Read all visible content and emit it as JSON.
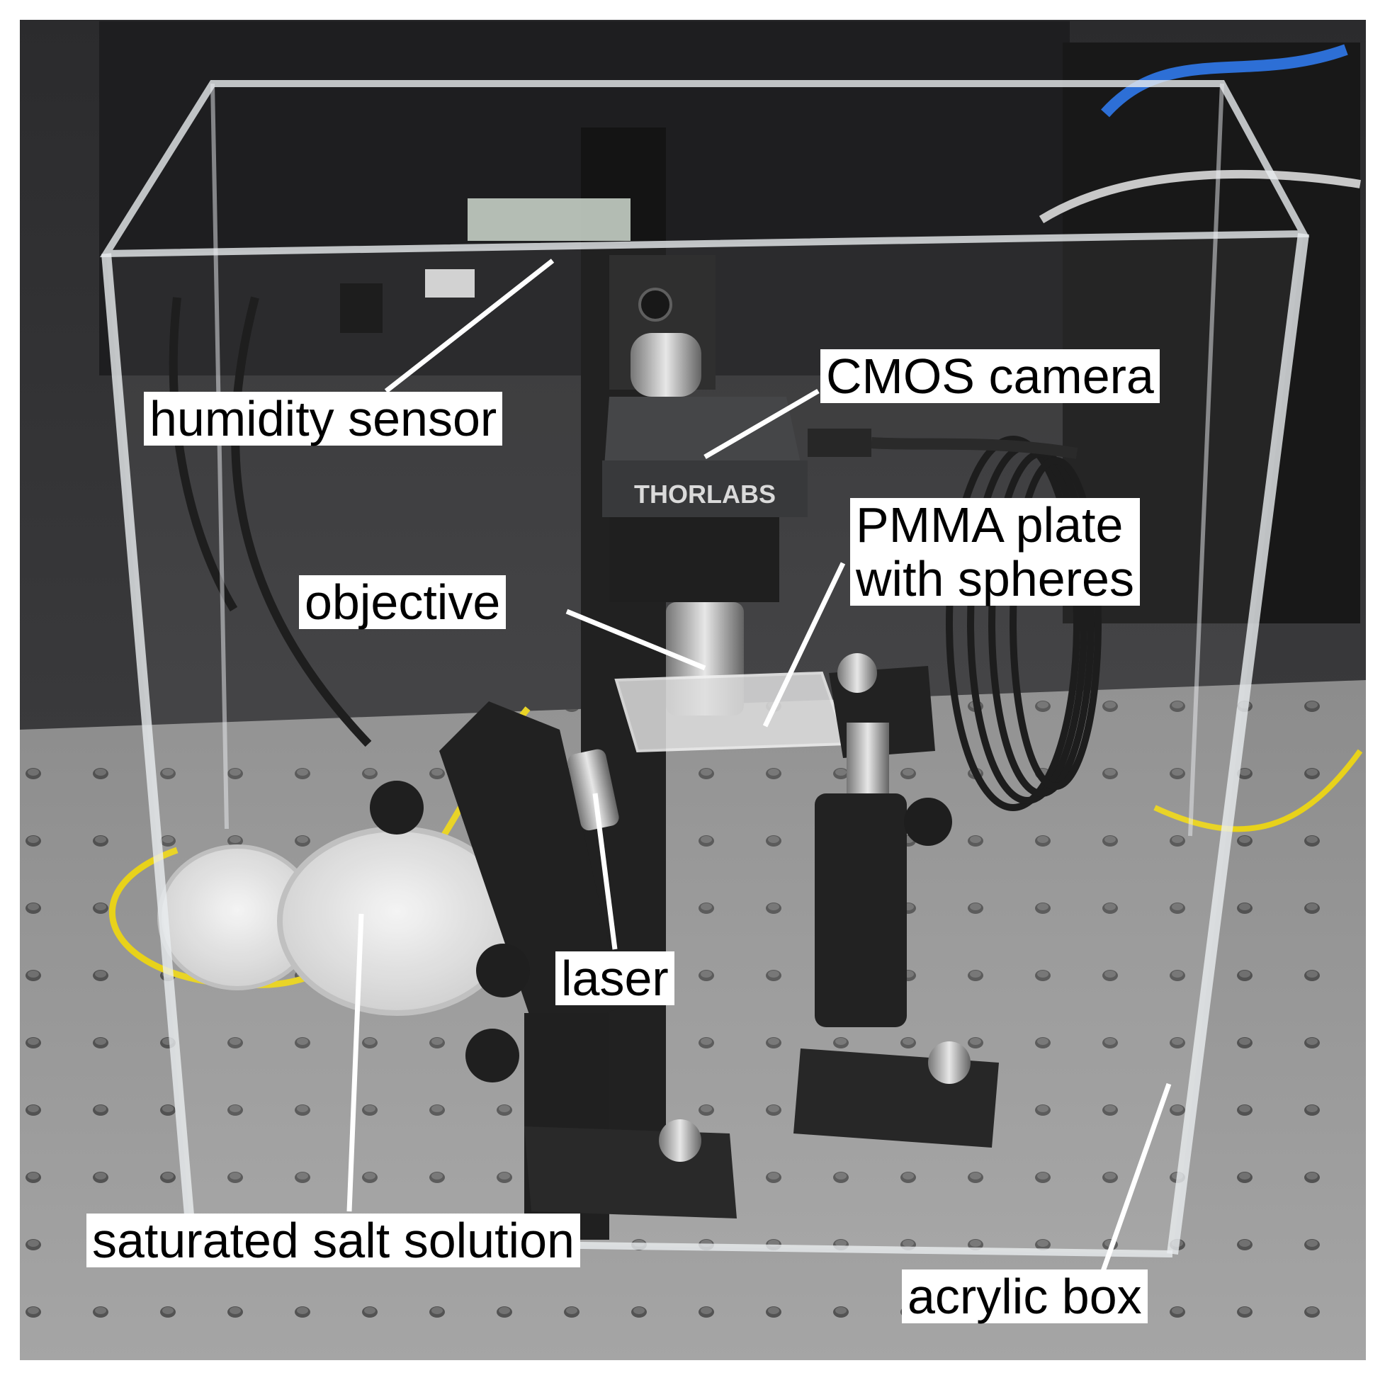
{
  "photo": {
    "kind": "lab setup photograph",
    "logo_text": "THORLABS"
  },
  "labels": {
    "humidity_sensor": "humidity sensor",
    "cmos_camera": "CMOS camera",
    "pmma_plate": "PMMA plate\nwith spheres",
    "objective": "objective",
    "laser": "laser",
    "salt_solution": "saturated salt solution",
    "acrylic_box": "acrylic box"
  },
  "colors": {
    "label_background": "#ffffff",
    "label_text": "#000000",
    "leader_line": "#ffffff",
    "fiber_yellow": "#e8d21a",
    "breadboard": "#9a9a9a",
    "mount_black": "#151515"
  }
}
